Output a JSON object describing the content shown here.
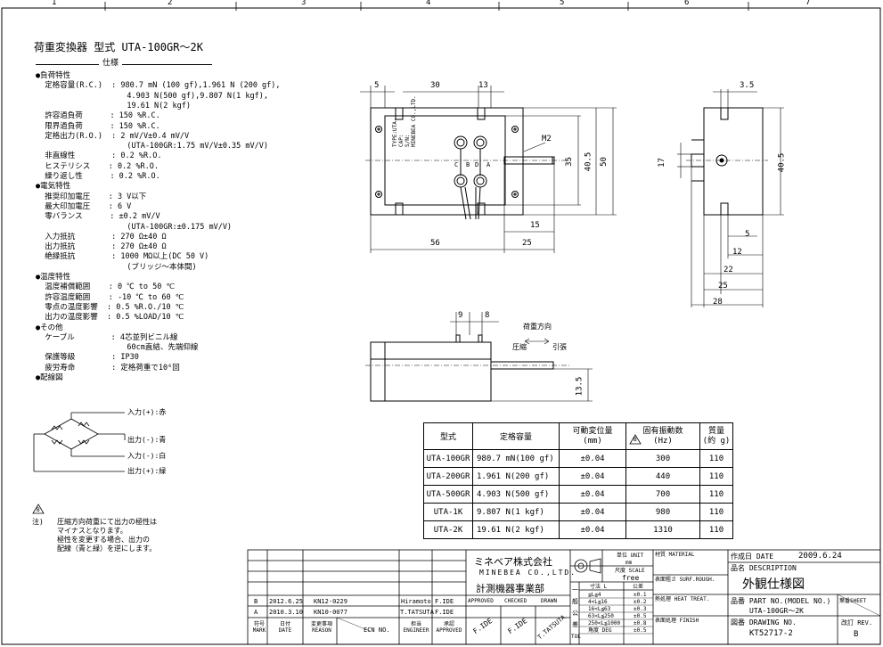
{
  "zones": [
    "1",
    "2",
    "3",
    "4",
    "5",
    "6",
    "7"
  ],
  "header": {
    "title": "荷重変換器 型式 UTA-100GR～2K",
    "spec_heading": "仕様"
  },
  "spec_lines": [
    "●負荷特性",
    "  定格容量(R.C.)  : 980.7 mN (100 gf),1.961 N (200 gf),",
    "                    4.903 N(500 gf),9.807 N(1 kgf),",
    "                    19.61 N(2 kgf)",
    "  許容過負荷      : 150 %R.C.",
    "  限界過負荷      : 150 %R.C.",
    "  定格出力(R.O.)  : 2 mV/V±0.4 mV/V",
    "                    (UTA-100GR:1.75 mV/V±0.35 mV/V)",
    "  非直線性        : 0.2 %R.O.",
    "  ヒステリシス    : 0.2 %R.O.",
    "  繰り返し性      : 0.2 %R.O.",
    "●電気特性",
    "  推奨印加電圧    : 3 V以下",
    "  最大印加電圧    : 6 V",
    "  零バランス      : ±0.2 mV/V",
    "                    (UTA-100GR:±0.175 mV/V)",
    "  入力抵抗        : 270 Ω±40 Ω",
    "  出力抵抗        : 270 Ω±40 Ω",
    "  絶縁抵抗        : 1000 MΩ以上(DC 50 V)",
    "                    (ブリッジ～本体間)",
    "●温度特性",
    "  温度補償範囲    : 0 ℃ to 50 ℃",
    "  許容温度範囲    : -10 ℃ to 60 ℃",
    "  零点の温度影響  : 0.5 %R.O./10 ℃",
    "  出力の温度影響  : 0.5 %LOAD/10 ℃",
    "●その他",
    "  ケーブル        : 4芯並列ビニル線",
    "                    60cm直結、先端仰線",
    "  保護等級        : IP30",
    "  疲労寿命        : 定格荷重で10⁶回",
    "●配線図"
  ],
  "wiring": [
    "入力(+):赤",
    "出力(-):青",
    "入力(-):白",
    "出力(+):緑"
  ],
  "note": {
    "label": "注)",
    "mark": "B",
    "lines": [
      "圧縮方向荷重にて出力の極性は",
      "マイナスとなります。",
      "極性を変更する場合、出力の",
      "配線（青と緑）を逆にします。"
    ]
  },
  "dims": {
    "top": [
      "5",
      "30",
      "13"
    ],
    "m2": "M2",
    "v35": "35",
    "v405": "40.5",
    "v50": "50",
    "h56": "56",
    "h15": "15",
    "h25": "25",
    "r35": "3.5",
    "r17": "17",
    "r405": "40.5",
    "r5": "5",
    "r12": "12",
    "r22": "22",
    "r25": "25",
    "r28": "28",
    "s9": "9",
    "s8": "8",
    "s135": "13.5",
    "load_dir": "荷重方向",
    "compress": "圧縮",
    "tension": "引張",
    "body_label": [
      "TYPE:UTA-",
      "CAP:",
      "S/N:",
      "MINEBEA CO.,LTD."
    ],
    "terminals": [
      "C",
      "B",
      "D",
      "A"
    ]
  },
  "spec_table": {
    "headers": [
      "型式",
      "定格容量",
      "可動変位量\n(mm)",
      "固有振動数\n(Hz)",
      "質量\n(約 g)"
    ],
    "rows": [
      [
        "UTA-100GR",
        "980.7 mN(100 gf)",
        "±0.04",
        "300",
        "110"
      ],
      [
        "UTA-200GR",
        "1.961 N(200 gf)",
        "±0.04",
        "440",
        "110"
      ],
      [
        "UTA-500GR",
        "4.903 N(500 gf)",
        "±0.04",
        "700",
        "110"
      ],
      [
        "UTA-1K",
        "9.807 N(1 kgf)",
        "±0.04",
        "980",
        "110"
      ],
      [
        "UTA-2K",
        "19.61 N(2 kgf)",
        "±0.04",
        "1310",
        "110"
      ]
    ]
  },
  "revisions": [
    {
      "mark": "B",
      "date": "2012.6.25",
      "reason": "KN12-0229",
      "engineer": "Hiramoto",
      "approved": "F.IDE"
    },
    {
      "mark": "A",
      "date": "2010.3.10",
      "reason": "KN10-0077",
      "engineer": "T.TATSUTA",
      "approved": "F.IDE"
    }
  ],
  "rev_headers": {
    "mark": [
      "符号",
      "MARK"
    ],
    "date": [
      "日付",
      "DATE"
    ],
    "reason": [
      "変更事項",
      "REASON"
    ],
    "ecn": "ECN NO.",
    "engineer": [
      "担当",
      "ENGINEER"
    ],
    "approved": [
      "承認",
      "APPROVED"
    ]
  },
  "company": {
    "jp": "ミネベア株式会社",
    "en": "MINEBEA CO.,LTD.",
    "division": "計測機器事業部"
  },
  "approval": {
    "labels": [
      "APPROVED",
      "CHECKED",
      "DRAWN"
    ],
    "signs": [
      "F.IDE",
      "F.IDE",
      "T.TATSUTA"
    ]
  },
  "units": {
    "unit": "単位 UNIT",
    "unit_val": "mm",
    "scale": "尺度 SCALE",
    "scale_val": "free"
  },
  "tolerance": {
    "side": [
      "一",
      "般",
      "公",
      "差",
      "TOL"
    ],
    "head": [
      "寸法 L",
      "公差"
    ],
    "rows": [
      [
        "≦L≦4",
        "±0.1"
      ],
      [
        "4<L≦16",
        "±0.2"
      ],
      [
        "16<L≦63",
        "±0.3"
      ],
      [
        "63<L≦250",
        "±0.5"
      ],
      [
        "250<L≦1000",
        "±0.8"
      ],
      [
        "角度 DEG",
        "±0.5"
      ]
    ]
  },
  "finish": {
    "material": "材質 MATERIAL",
    "surface": "表面粗さ SURF.ROUGH.",
    "heat": "熱処理 HEAT TREAT.",
    "finish": "表面処理 FINISH"
  },
  "title_block": {
    "date_label": "作成日 DATE",
    "date": "2009.6.24",
    "desc_label": "品名 DESCRIPTION",
    "desc": "外観仕様図",
    "part_label": "品番 PART NO.(MODEL NO.)",
    "part": "UTA-100GR～2K",
    "sheet_label": "葉番SHEET",
    "dwg_label": "図番 DRAWING NO.",
    "dwg": "KT52717-2",
    "rev_label": "改訂 REV.",
    "rev": "B"
  }
}
